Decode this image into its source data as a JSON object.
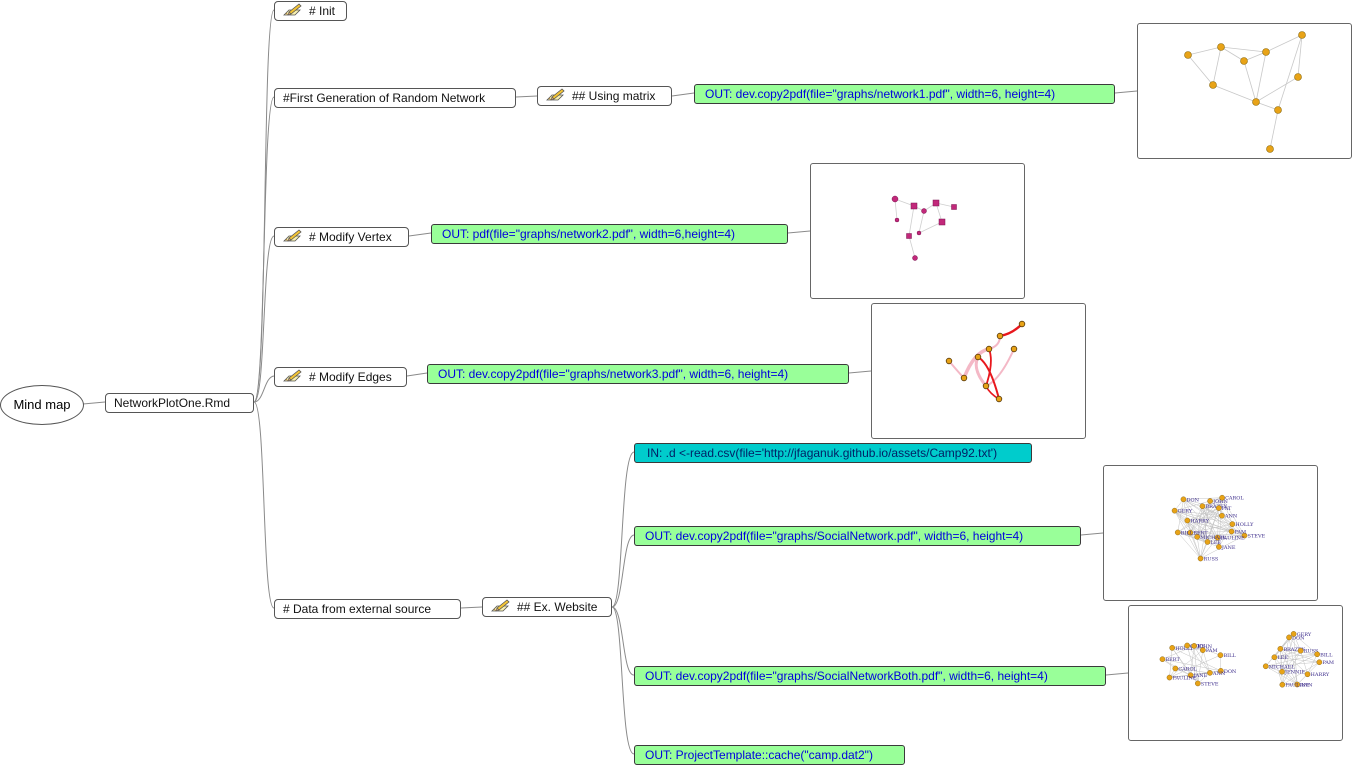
{
  "root": {
    "label": "Mind map"
  },
  "file": {
    "label": "NetworkPlotOne.Rmd"
  },
  "nodes": {
    "init": "# Init",
    "first_gen": "#First Generation of Random Network",
    "using_matrix": "## Using matrix",
    "out_network1": "OUT: dev.copy2pdf(file=\"graphs/network1.pdf\", width=6, height=4)",
    "modify_vertex": "# Modify Vertex",
    "out_network2": "OUT: pdf(file=\"graphs/network2.pdf\", width=6,height=4)",
    "modify_edges": "# Modify Edges",
    "out_network3": "OUT: dev.copy2pdf(file=\"graphs/network3.pdf\", width=6, height=4)",
    "external_source": "# Data from external source",
    "ex_website": "## Ex. Website",
    "in_read_csv": "IN: .d <-read.csv(file='http://jfaganuk.github.io/assets/Camp92.txt')",
    "out_social": "OUT: dev.copy2pdf(file=\"graphs/SocialNetwork.pdf\", width=6, height=4)",
    "out_social_both": "OUT: dev.copy2pdf(file=\"graphs/SocialNetworkBoth.pdf\", width=6, height=4)",
    "out_cache": "OUT: ProjectTemplate::cache(\"camp.dat2\")"
  },
  "icons": {
    "note": "pencil-note-icon"
  },
  "colors": {
    "output_node": "#99ff99",
    "output_text": "#0000dd",
    "input_node": "#00cccc",
    "vertex_orange": "#e8a317",
    "vertex_magenta": "#c2287a",
    "edge_red": "#e8171d",
    "edge_pink": "#f4b8c6",
    "edge_gray": "#bfbfbf"
  },
  "thumbnails": {
    "social_names_1": [
      "STEVE",
      "PAM",
      "PAULINE",
      "JANE",
      "LEE",
      "RUSS",
      "MICHAEL",
      "BERT",
      "BILL",
      "HARRY",
      "GERY",
      "DON",
      "BRAZEY",
      "JOHN",
      "CAROL",
      "PAT",
      "ANN",
      "HOLLY"
    ],
    "social_names_2a": [
      "DON",
      "ANN",
      "STEVE",
      "JANE",
      "PAULINE",
      "CAROL",
      "BERT",
      "HOLLY",
      "GERY",
      "JOHN",
      "PAM",
      "BILL"
    ],
    "social_names_2b": [
      "PAM",
      "HARRY",
      "ANN",
      "PAULINE",
      "JENNIE",
      "MICHAEL",
      "LEE",
      "BRAZEY",
      "DON",
      "GERY",
      "RUSS",
      "BILL"
    ]
  }
}
